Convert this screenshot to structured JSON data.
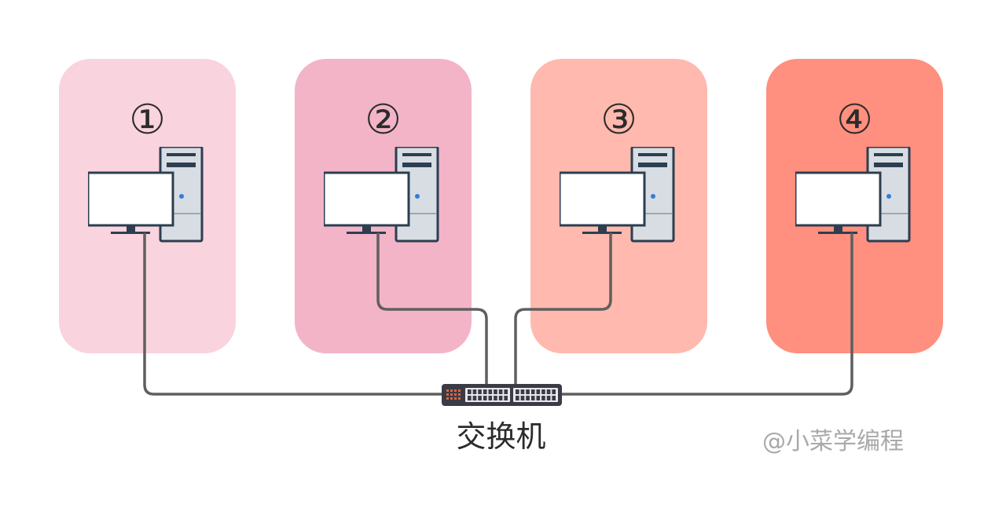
{
  "panels": [
    {
      "label": "①",
      "color": "#f9d3de"
    },
    {
      "label": "②",
      "color": "#f3b4c8"
    },
    {
      "label": "③",
      "color": "#ffb9ae"
    },
    {
      "label": "④",
      "color": "#ff8f7e"
    }
  ],
  "switch": {
    "label": "交换机"
  },
  "watermark": "@小菜学编程",
  "colors": {
    "cable": "#5f5f5f",
    "switch_body": "#3b3b45",
    "port": "#e8e8ee",
    "led": "#e0643c"
  },
  "icons": [
    "computer-icon",
    "network-switch-icon"
  ]
}
